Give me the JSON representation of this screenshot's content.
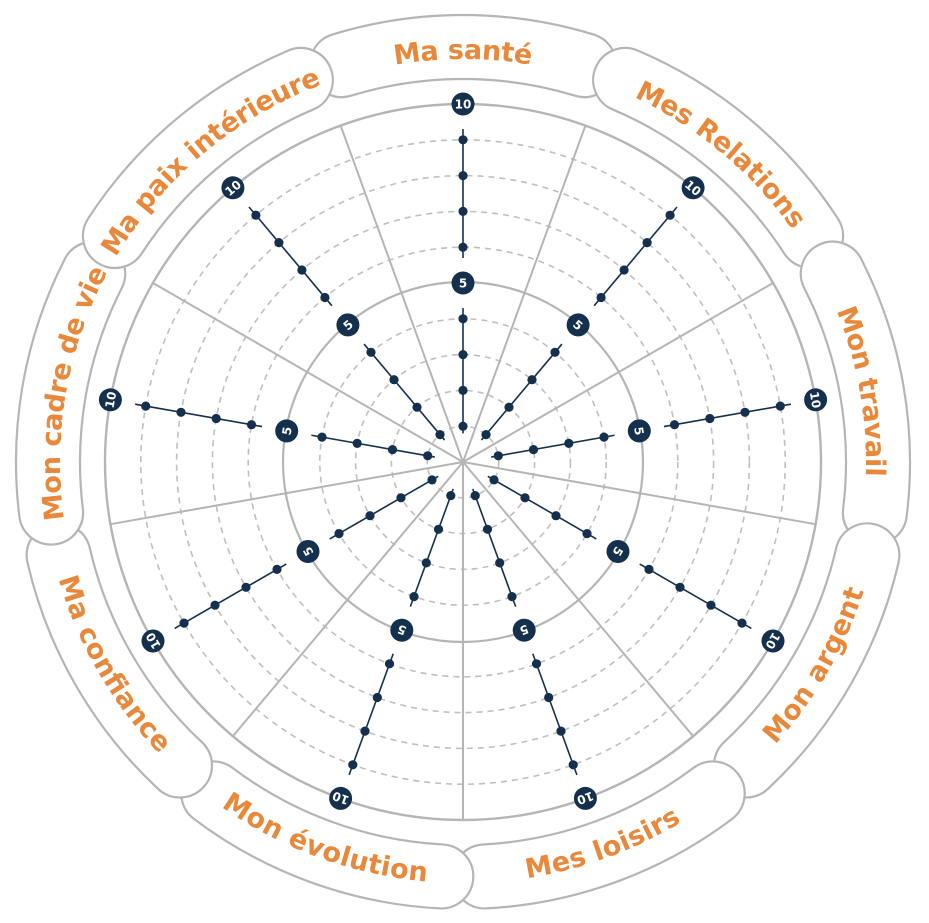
{
  "chart_data": {
    "type": "radial-scale",
    "scale": {
      "min": 1,
      "max": 10,
      "markers": [
        "5",
        "10"
      ]
    },
    "axes": [
      "Ma santé",
      "Mes Relations",
      "Mon travail",
      "Mon argent",
      "Mes loisirs",
      "Mon évolution",
      "Ma confiance",
      "Mon cadre de vie",
      "Ma paix intérieure"
    ]
  },
  "colors": {
    "label": "#e8883a",
    "point": "#15304d",
    "grid": "#bfbfbf",
    "frame": "#b5b5b5"
  }
}
